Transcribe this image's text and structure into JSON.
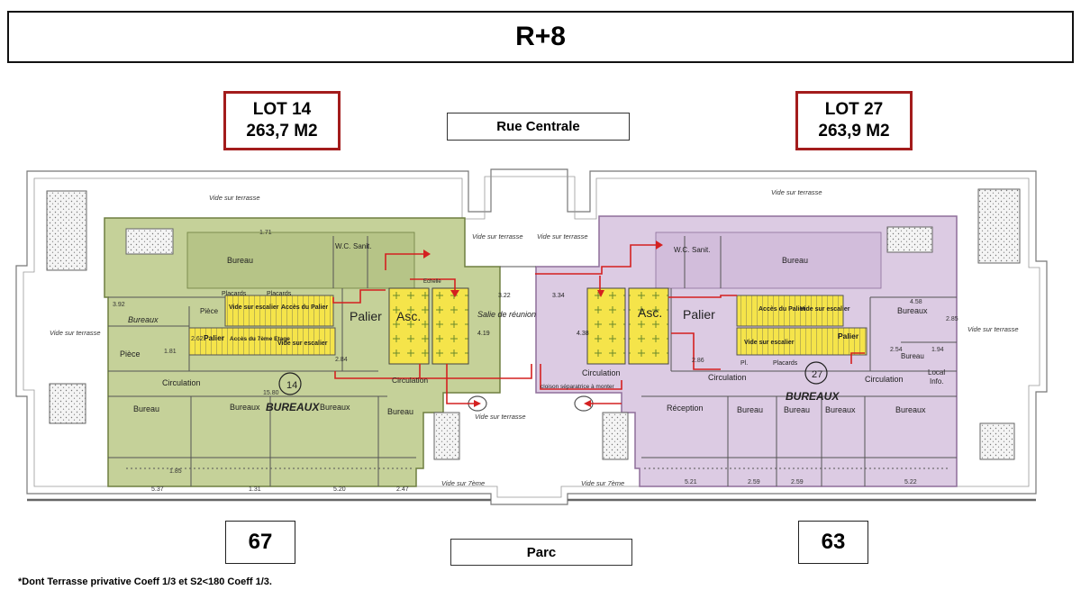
{
  "header": {
    "title": "R+8"
  },
  "lots": [
    {
      "label": "LOT 14",
      "area": "263,7 M2"
    },
    {
      "label": "LOT 27",
      "area": "263,9 M2"
    }
  ],
  "streets": {
    "top": "Rue Centrale",
    "bottom": "Parc"
  },
  "counts": {
    "left": "67",
    "right": "63"
  },
  "footnote": "*Dont Terrasse privative Coeff 1/3 et S2<180 Coeff 1/3.",
  "colors": {
    "lot14_fill": "#c5d199",
    "lot27_fill": "#dccbe3",
    "stair_yellow": "#f5e44a",
    "route_red": "#d42020",
    "lot_border": "#a31c1c"
  },
  "plan": {
    "terrace_labels": {
      "top_left": "Vide sur terrasse",
      "top_right": "Vide sur terrasse",
      "left": "Vide sur terrasse",
      "right": "Vide sur terrasse",
      "mid_left": "Vide sur terrasse",
      "mid_right": "Vide sur terrasse",
      "bottom_center": "Vide sur terrasse",
      "bottom_left": "Vide sur 7ème",
      "bottom_right": "Vide sur 7ème"
    },
    "left": {
      "lot_number": "14",
      "zone_label": "BUREAUX",
      "rooms": {
        "bureau_top": "Bureau",
        "wc": "W.C.",
        "sanit": "Sanit.",
        "placards": "Placards",
        "placards_2": "Placards",
        "bureaux": "Bureaux",
        "piece": "Pièce",
        "piece_2": "Pièce",
        "vide_escalier": "Vide sur escalier",
        "acces_palier": "Accès du Palier",
        "palier_small": "Palier",
        "acces_7": "Accès du 7ème Etage",
        "vide_escalier_2": "Vide sur escalier",
        "circulation": "Circulation",
        "bureau_b1": "Bureau",
        "bureau_b2": "Bureaux",
        "bureau_b3": "Bureaux",
        "bureau_b4": "Bureau",
        "palier": "Palier",
        "asc": "Asc.",
        "circulation_mid": "Circulation"
      },
      "dims": [
        "1.71",
        "3.92",
        "1.81",
        "2.62",
        "2.84",
        "15.80",
        "1.85",
        "5.37",
        "1.31",
        "5.20",
        "2.47"
      ]
    },
    "center": {
      "salle": "Salie de réunion",
      "circulation": "Circulation",
      "cloison": "cloison séparatrice à monter",
      "echelle": "Echelle",
      "dims": [
        "3.22",
        "3.34",
        "4.19",
        "4.38"
      ]
    },
    "right": {
      "lot_number": "27",
      "zone_label": "BUREAUX",
      "rooms": {
        "wc": "W.C.",
        "sanit": "Sanit.",
        "bureau_top": "Bureau",
        "bureaux_right": "Bureaux",
        "palier": "Palier",
        "asc": "Asc.",
        "acces_palier": "Accès du Palier",
        "vide_escalier": "Vide sur escalier",
        "vide_escalier_2": "Vide sur escalier",
        "palier_small": "Palier",
        "placards": "Placards",
        "pl": "Pl.",
        "circulation": "Circulation",
        "circulation_2": "Circulation",
        "bureau_r1": "Bureau",
        "local": "Local",
        "info": "Info.",
        "reception": "Réception",
        "bureau_b1": "Bureau",
        "bureau_b2": "Bureau",
        "bureau_b3": "Bureaux",
        "bureau_b4": "Bureaux"
      },
      "dims": [
        "4.58",
        "2.85",
        "2.54",
        "1.94",
        "2.86",
        "5.21",
        "2.59",
        "2.59",
        "5.22"
      ]
    }
  }
}
